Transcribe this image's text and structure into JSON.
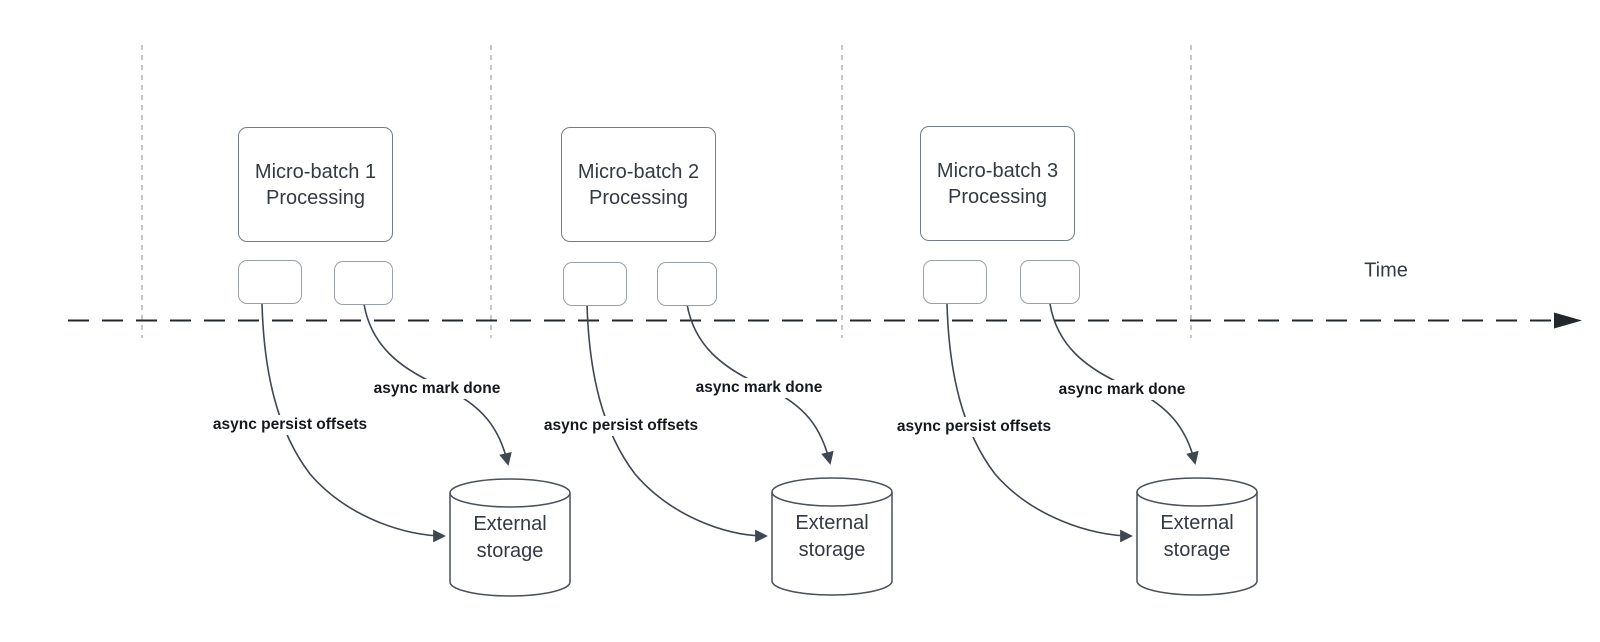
{
  "diagram": {
    "time_label": "Time",
    "colors": {
      "background": "#ffffff",
      "axis": "#23272e",
      "guide": "#b4b4b4",
      "arrow": "#3f4753",
      "box_stroke": "#747c87",
      "small_box_stroke": "#99a0a8",
      "cylinder_stroke": "#4a515c",
      "text": "#343a43",
      "label_text": "#15181d"
    },
    "sections": [
      {
        "batch_line1": "Micro-batch 1",
        "batch_line2": "Processing",
        "persist_label": "async persist offsets",
        "done_label": "async mark done",
        "storage_line1": "External",
        "storage_line2": "storage"
      },
      {
        "batch_line1": "Micro-batch 2",
        "batch_line2": "Processing",
        "persist_label": "async persist offsets",
        "done_label": "async mark done",
        "storage_line1": "External",
        "storage_line2": "storage"
      },
      {
        "batch_line1": "Micro-batch 3",
        "batch_line2": "Processing",
        "persist_label": "async persist offsets",
        "done_label": "async mark done",
        "storage_line1": "External",
        "storage_line2": "storage"
      }
    ]
  }
}
